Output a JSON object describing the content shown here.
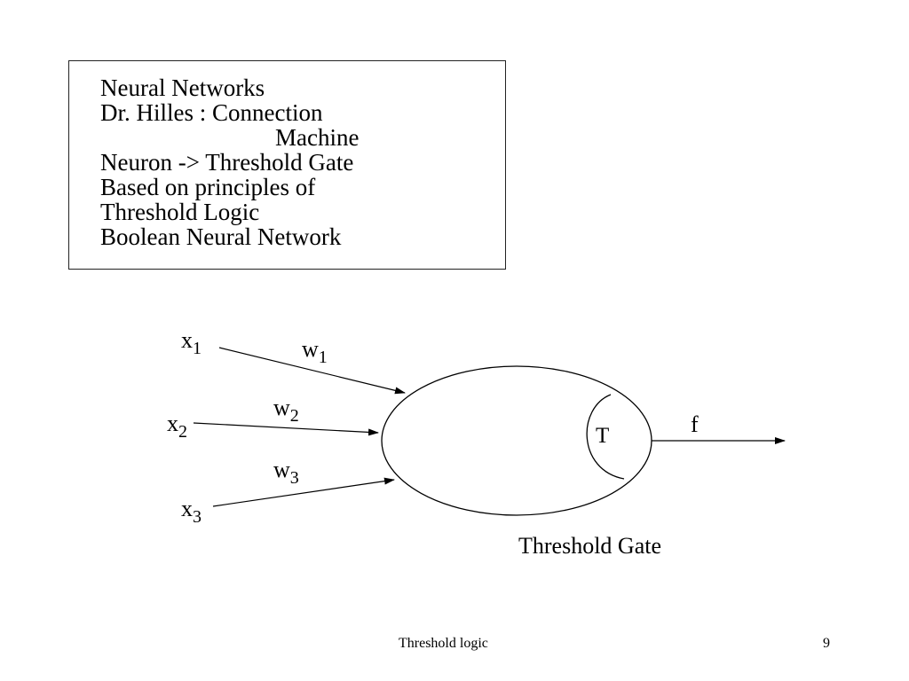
{
  "slide": {
    "box_lines": [
      "Neural Networks",
      "Dr. Hilles : Connection",
      "Machine",
      "Neuron -> Threshold Gate",
      "Based on principles of",
      "Threshold Logic",
      "Boolean Neural Network"
    ],
    "diagram": {
      "inputs": [
        {
          "x": "x",
          "x_sub": "1",
          "w": "w",
          "w_sub": "1"
        },
        {
          "x": "x",
          "x_sub": "2",
          "w": "w",
          "w_sub": "2"
        },
        {
          "x": "x",
          "x_sub": "3",
          "w": "w",
          "w_sub": "3"
        }
      ],
      "threshold_label": "T",
      "output_label": "f",
      "caption": "Threshold Gate"
    },
    "footer": {
      "title": "Threshold logic",
      "page_number": "9"
    }
  }
}
